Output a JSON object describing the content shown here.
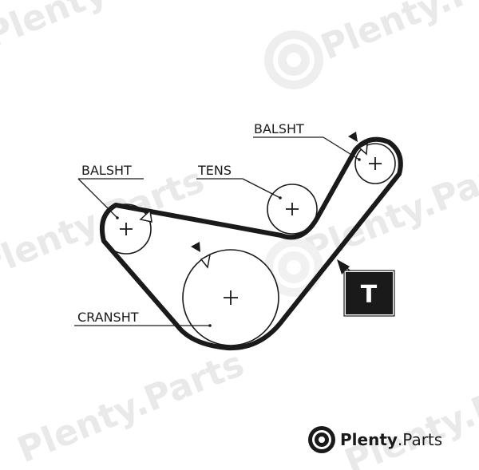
{
  "labels": {
    "balsht_left": "BALSHT",
    "balsht_right": "BALSHT",
    "tens": "TENS",
    "cransht": "CRANSHT"
  },
  "timing_badge": {
    "letter": "T"
  },
  "watermark": {
    "brand": "Plenty",
    "suffix": ".Parts"
  },
  "colors": {
    "belt": "#1a1a1a",
    "pulley_outline": "#1a1a1a",
    "watermark": "#e9e9e9",
    "badge_background": "#1a1a1a",
    "badge_text": "#ffffff"
  }
}
